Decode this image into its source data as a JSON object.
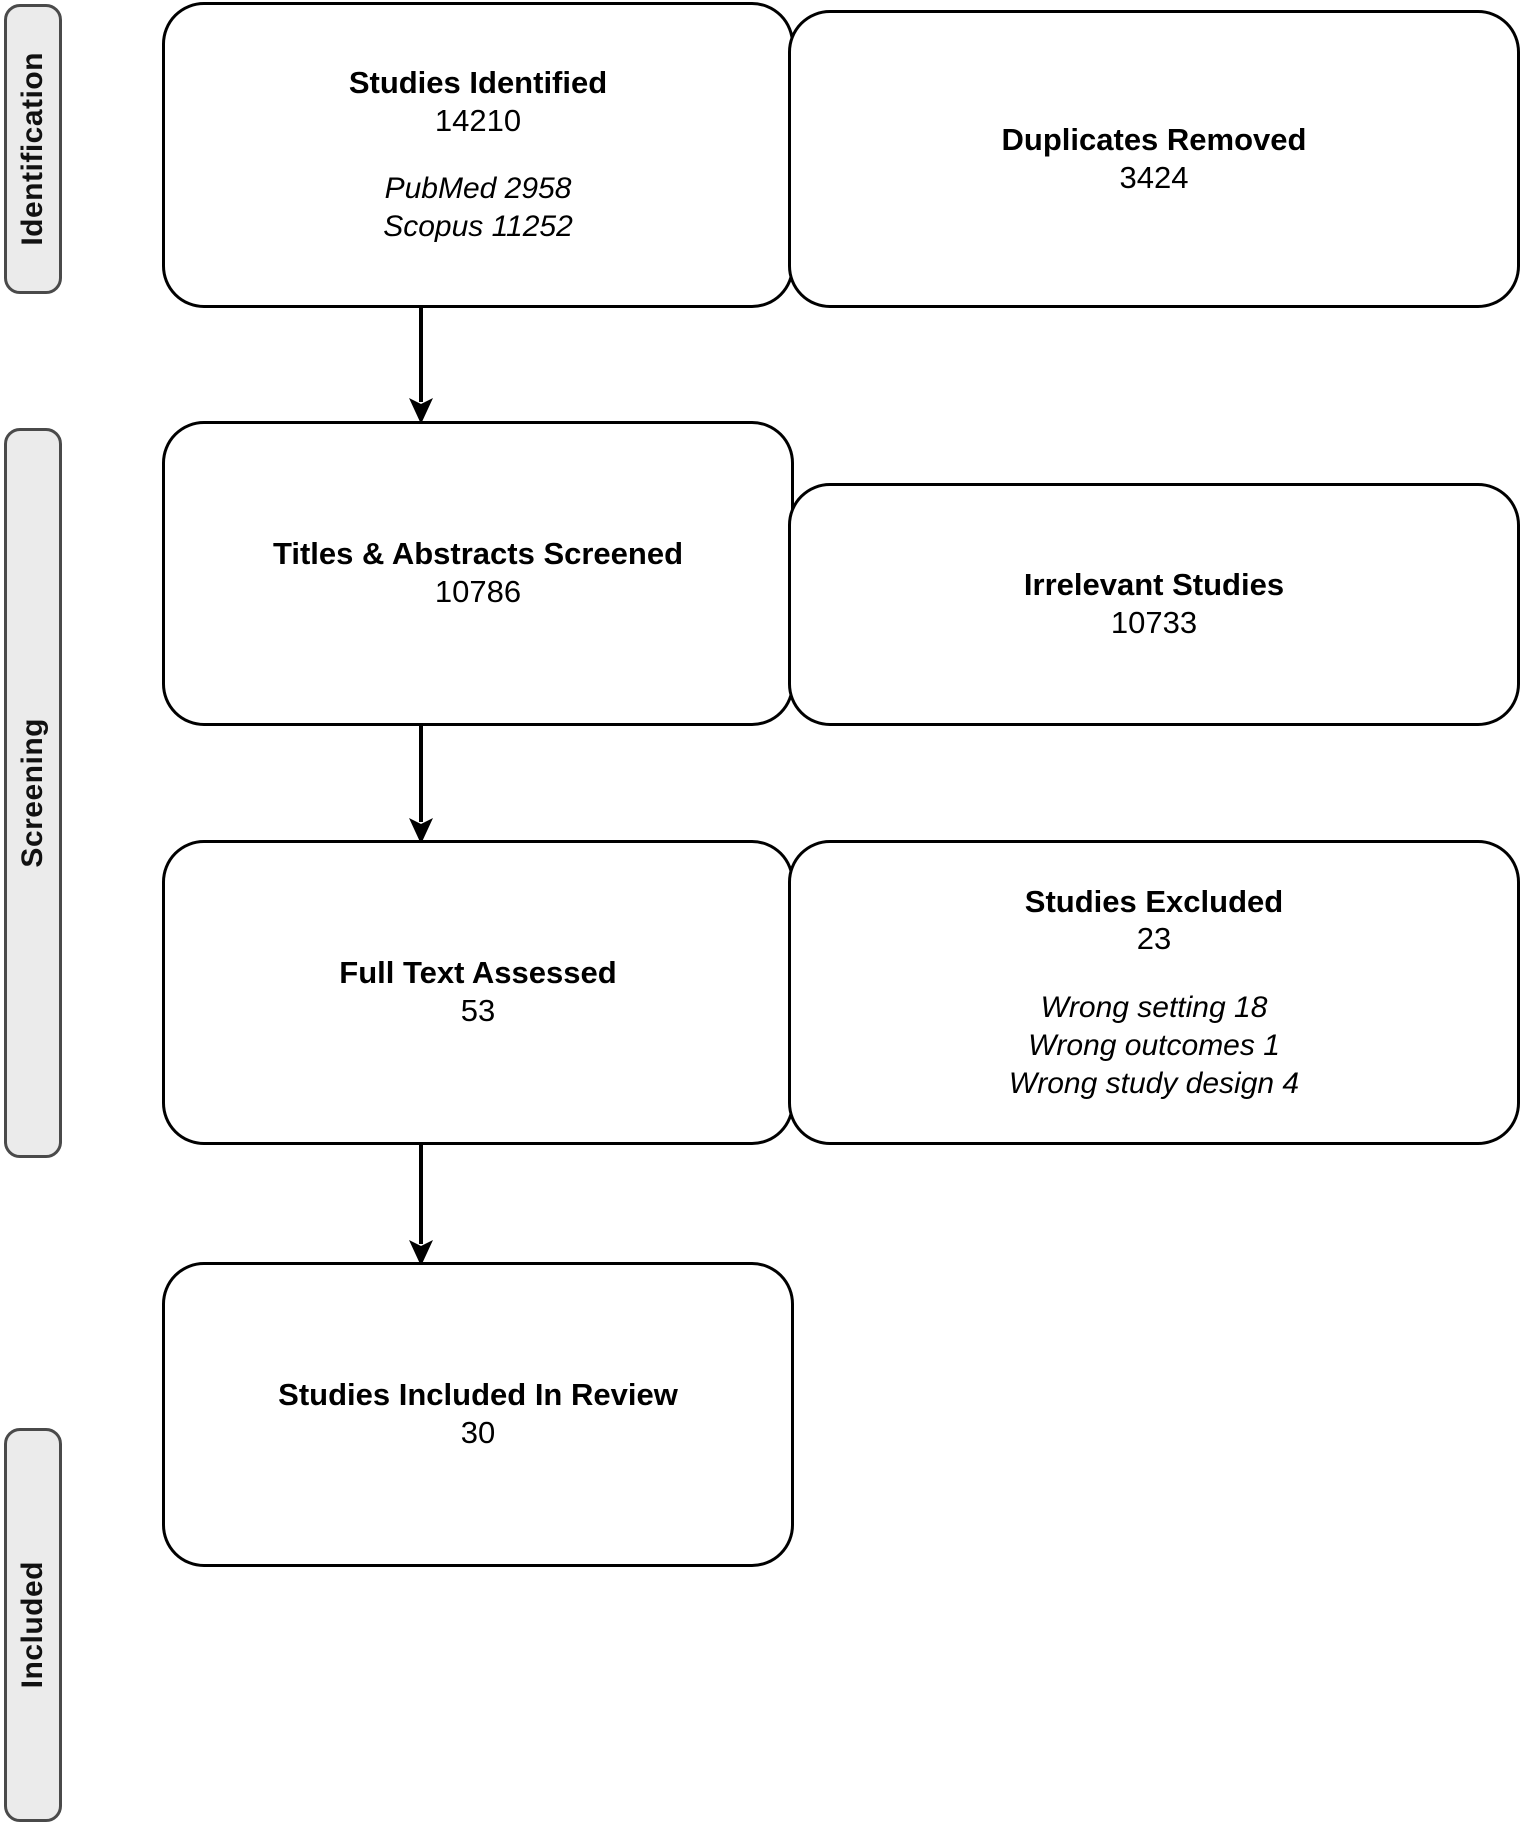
{
  "diagram": {
    "type": "prisma-flow-diagram",
    "stages": [
      {
        "id": "identification",
        "label": "Identification"
      },
      {
        "id": "screening",
        "label": "Screening"
      },
      {
        "id": "included",
        "label": "Included"
      }
    ],
    "boxes": [
      {
        "id": "studies-identified",
        "stage": "identification",
        "column": "main",
        "title": "Studies Identified",
        "count": "14210",
        "details": [
          "PubMed 2958",
          "Scopus 11252"
        ]
      },
      {
        "id": "duplicates-removed",
        "stage": "identification",
        "column": "side",
        "title": "Duplicates Removed",
        "count": "3424",
        "details": []
      },
      {
        "id": "titles-abstracts-screened",
        "stage": "screening",
        "column": "main",
        "title": "Titles & Abstracts Screened",
        "count": "10786",
        "details": []
      },
      {
        "id": "irrelevant-studies",
        "stage": "screening",
        "column": "side",
        "title": "Irrelevant Studies",
        "count": "10733",
        "details": []
      },
      {
        "id": "full-text-assessed",
        "stage": "screening",
        "column": "main",
        "title": "Full Text Assessed",
        "count": "53",
        "details": []
      },
      {
        "id": "studies-excluded",
        "stage": "screening",
        "column": "side",
        "title": "Studies Excluded",
        "count": "23",
        "details": [
          "Wrong setting 18",
          "Wrong outcomes 1",
          "Wrong study design 4"
        ]
      },
      {
        "id": "studies-included-in-review",
        "stage": "included",
        "column": "main",
        "title": "Studies Included In Review",
        "count": "30",
        "details": []
      }
    ],
    "colors": {
      "box_border": "#000000",
      "box_fill": "#ffffff",
      "stage_fill": "#ebebeb",
      "stage_border": "#4a4a4a",
      "text": "#000000",
      "connector": "#000000"
    }
  }
}
